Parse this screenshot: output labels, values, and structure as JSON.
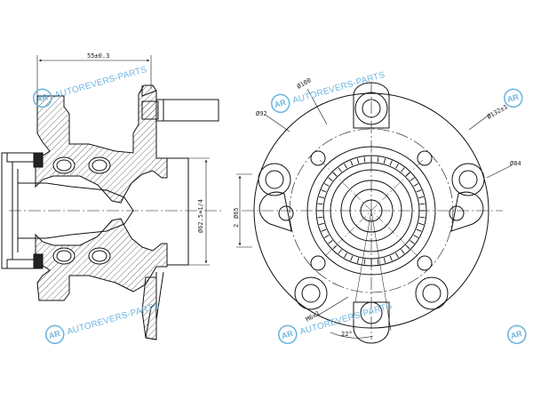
{
  "watermark": {
    "logo_letters": "AR",
    "brand": "AUTOREVERS-PARTS"
  },
  "side_view": {
    "width_dim": "55±0.3",
    "bore_dim": "Ø62.5×1/4"
  },
  "front_view": {
    "pcd_dim": "Ø100",
    "outer_dim": "Ø92",
    "flange_dim": "Ø132±1",
    "hub_dim": "Ø84",
    "stud_dim": "M6x1",
    "thread_dim": "Ø65",
    "thread_prefix": "2",
    "angle_dim": "22°"
  }
}
